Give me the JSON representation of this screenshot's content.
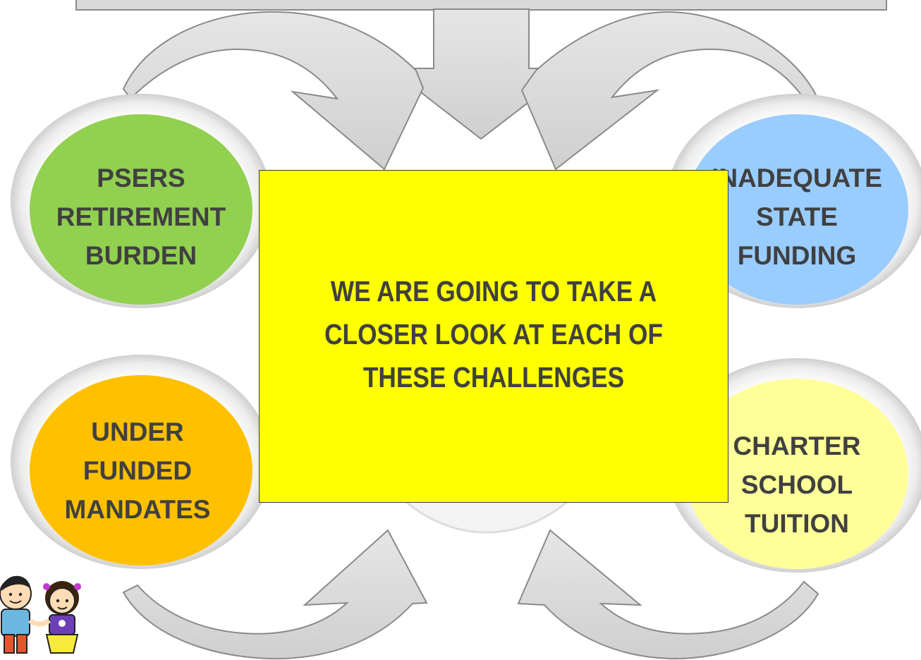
{
  "colors": {
    "retirement": "#92d050",
    "state_funding": "#99ccff",
    "mandates": "#ffc000",
    "charter": "#ffff99",
    "callout_fill": "#ffff00",
    "text": "#404040",
    "arrow_fill": "#d9d9d9"
  },
  "nodes": {
    "retirement": {
      "lines": [
        "PSERS",
        "RETIREMENT",
        "BURDEN"
      ]
    },
    "state_funding": {
      "lines": [
        "INADEQUATE",
        "STATE",
        "FUNDING"
      ]
    },
    "mandates": {
      "lines": [
        "UNDER",
        "FUNDED",
        "MANDATES"
      ]
    },
    "charter": {
      "lines": [
        "CHARTER",
        "SCHOOL",
        "TUITION"
      ]
    }
  },
  "callout": {
    "lines": [
      "WE ARE GOING TO TAKE  A",
      "CLOSER LOOK AT EACH OF",
      "THESE CHALLENGES"
    ]
  },
  "decoration": {
    "icon": "children-holding-hands-icon"
  }
}
